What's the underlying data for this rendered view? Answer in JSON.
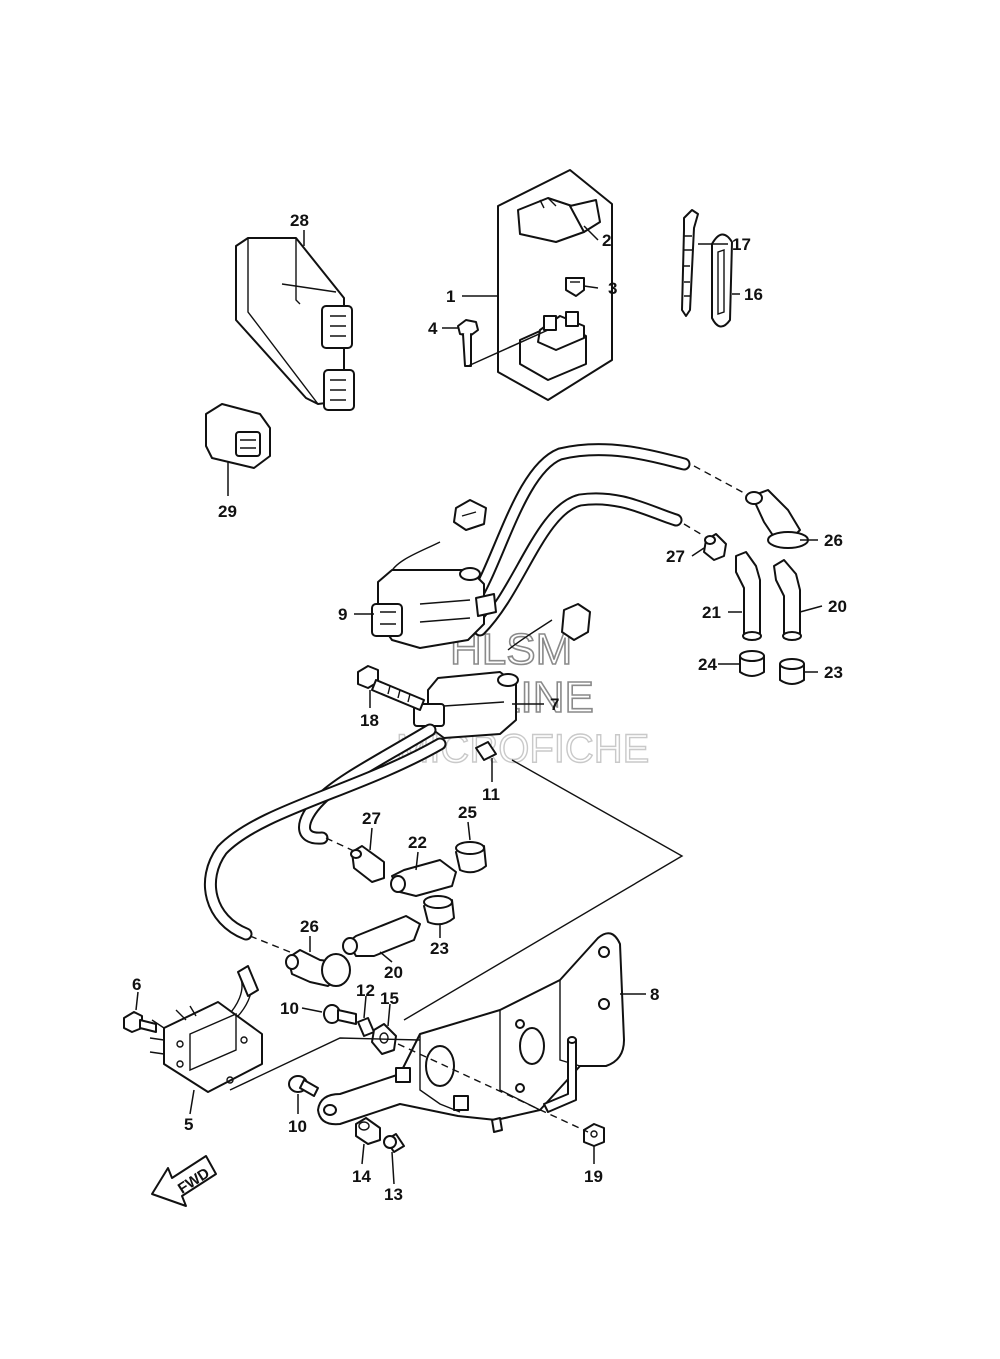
{
  "watermark": {
    "line1": "HLSM",
    "line2": "ONLINE",
    "line3": "MICROFICHE",
    "colors": {
      "outline": "#8a8a8a",
      "faint": "#c9c9c9"
    }
  },
  "direction_badge": {
    "text": "FWD",
    "icon": "arrow-down-left-icon"
  },
  "callouts": {
    "c1": "1",
    "c2": "2",
    "c3": "3",
    "c4": "4",
    "c5": "5",
    "c6": "6",
    "c7": "7",
    "c8": "8",
    "c9": "9",
    "c10a": "10",
    "c10b": "10",
    "c11": "11",
    "c12": "12",
    "c13": "13",
    "c14": "14",
    "c15": "15",
    "c16": "16",
    "c17": "17",
    "c18": "18",
    "c19": "19",
    "c20a": "20",
    "c20b": "20",
    "c21": "21",
    "c22": "22",
    "c23a": "23",
    "c23b": "23",
    "c24": "24",
    "c25": "25",
    "c26a": "26",
    "c26b": "26",
    "c27a": "27",
    "c27b": "27",
    "c28": "28",
    "c29": "29"
  }
}
